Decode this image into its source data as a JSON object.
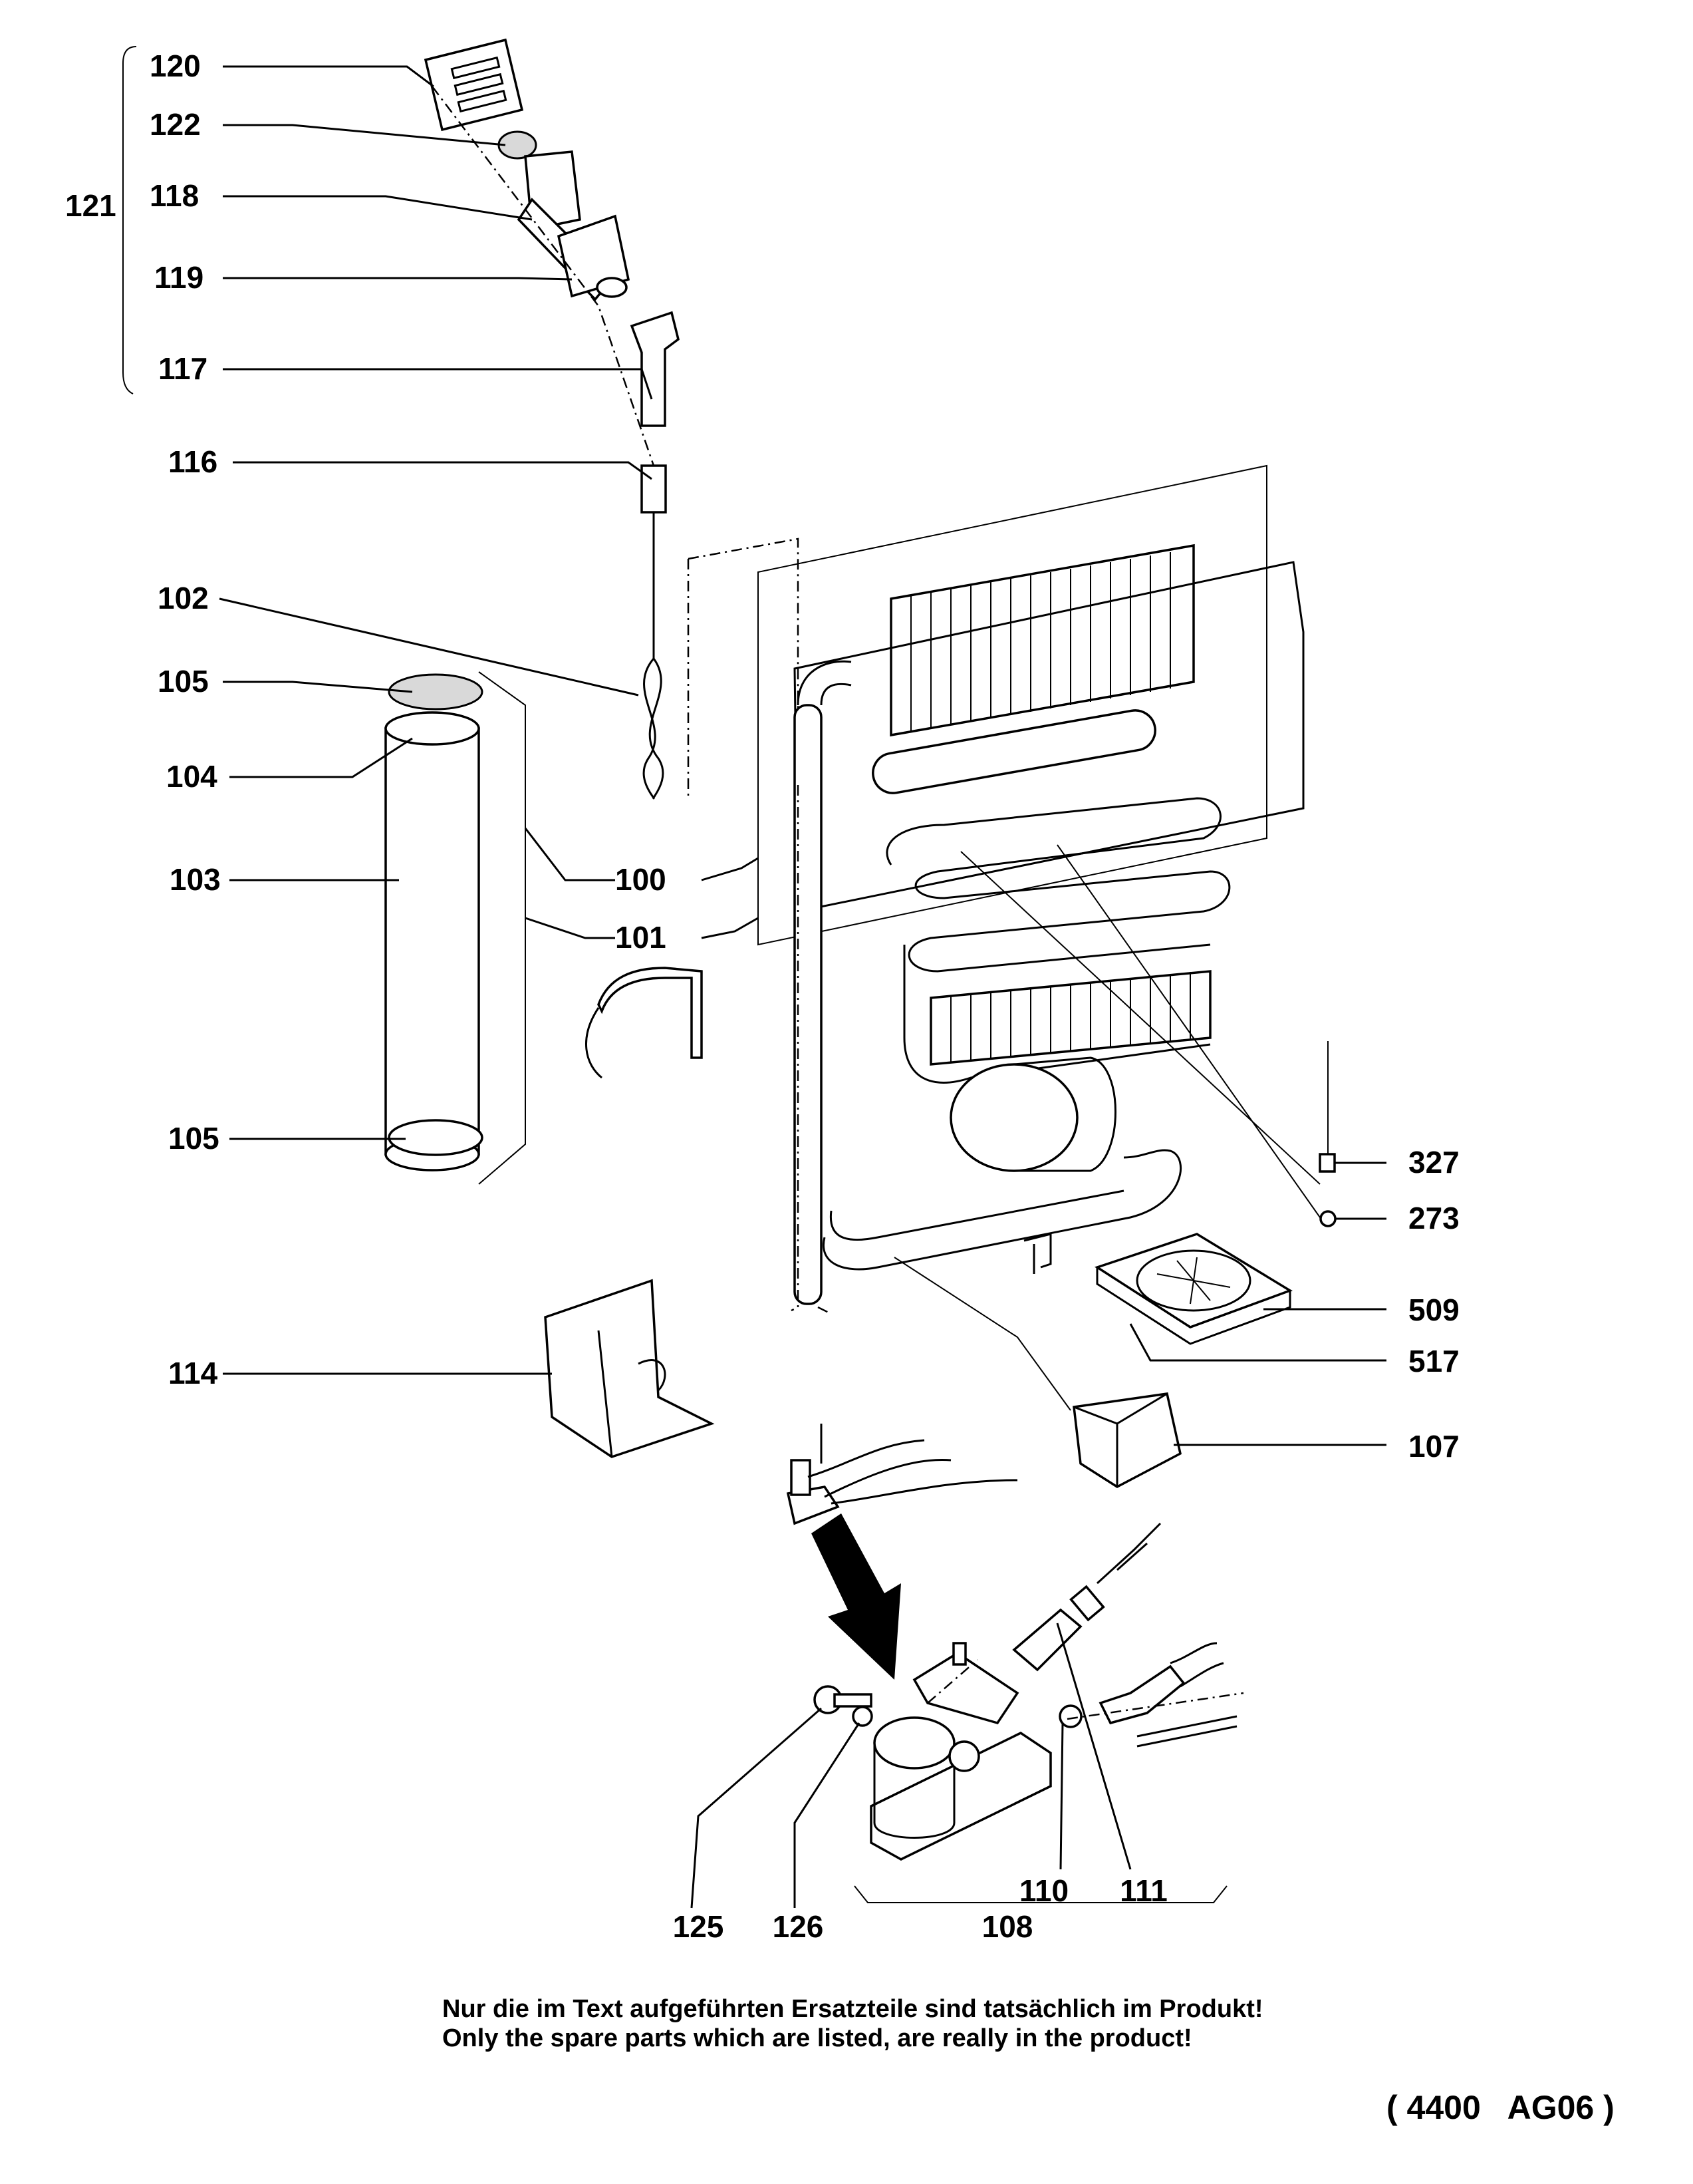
{
  "labels": {
    "p120": "120",
    "p122": "122",
    "p121": "121",
    "p118": "118",
    "p119": "119",
    "p117": "117",
    "p116": "116",
    "p102": "102",
    "p105a": "105",
    "p104": "104",
    "p103": "103",
    "p100": "100",
    "p101": "101",
    "p105b": "105",
    "p327": "327",
    "p273": "273",
    "p509": "509",
    "p517": "517",
    "p114": "114",
    "p107": "107",
    "p110": "110",
    "p111": "111",
    "p125": "125",
    "p126": "126",
    "p108": "108"
  },
  "note": {
    "line_de": "Nur die im Text aufgeführten Ersatzteile sind tatsächlich im Produkt!",
    "line_en": "Only the spare parts which are listed, are really in the product!"
  },
  "drawing_code": "( 4400   AG06 )"
}
